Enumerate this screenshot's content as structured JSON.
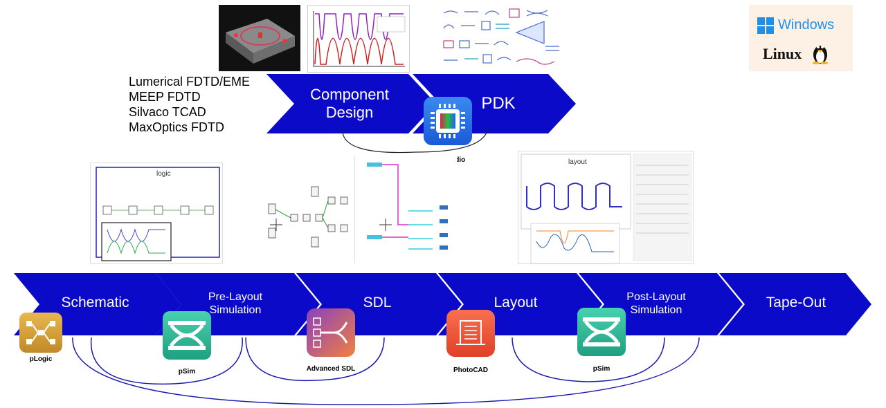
{
  "sim_tools": [
    "Lumerical FDTD/EME",
    "MEEP FDTD",
    "Silvaco TCAD",
    "MaxOptics FDTD"
  ],
  "top_flow": {
    "component_design": [
      "Component",
      "Design"
    ],
    "pdk": "PDK"
  },
  "bottom_flow": {
    "schematic": "Schematic",
    "pre_layout": [
      "Pre-Layout",
      "Simulation"
    ],
    "sdl": "SDL",
    "layout": "Layout",
    "post_layout": [
      "Post-Layout",
      "Simulation"
    ],
    "tapeout": "Tape-Out"
  },
  "apps": {
    "pic_studio": "PIC Studio",
    "plogic": "pLogic",
    "psim1": "pSim",
    "advanced_sdl": "Advanced SDL",
    "photocad": "PhotoCAD",
    "psim2": "pSim"
  },
  "thumbs": {
    "logic_title": "logic",
    "layout_title": "layout"
  },
  "os": {
    "windows": "Windows",
    "linux": "Linux"
  },
  "colors": {
    "flow_blue": "#0a0ac8",
    "windows_blue": "#1e90e8",
    "psim_teal": "#2fb89a",
    "plogic_gold": "#d4a43a",
    "photocad_orange": "#f05a3a"
  }
}
